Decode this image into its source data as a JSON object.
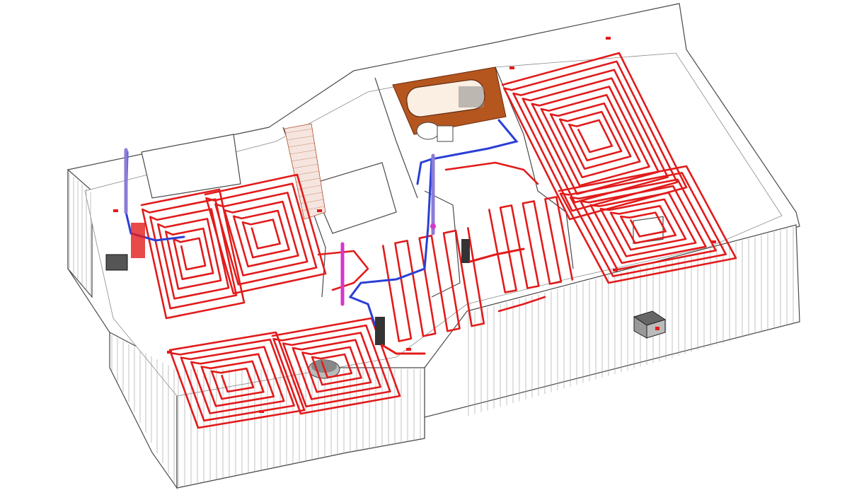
{
  "colors": {
    "heating_loop": "#e21b1b",
    "cold_water": "#2a3fd6",
    "purple_riser": "#8c7bd6",
    "magenta_pipe": "#d637c9",
    "bath_enclosure": "#b5561f",
    "wall_line": "#4a4a4a",
    "background": "#ffffff"
  },
  "diagram": {
    "type": "isometric-mep-floor-plan",
    "zones": [
      {
        "name": "west-room-left-coil",
        "kind": "spiral"
      },
      {
        "name": "west-room-right-coil",
        "kind": "spiral"
      },
      {
        "name": "southwest-left-coil",
        "kind": "spiral"
      },
      {
        "name": "southwest-right-coil",
        "kind": "spiral"
      },
      {
        "name": "center-serpentine",
        "kind": "serpentine"
      },
      {
        "name": "north-east-coil",
        "kind": "spiral"
      },
      {
        "name": "east-coil",
        "kind": "spiral"
      },
      {
        "name": "service-serpentine",
        "kind": "serpentine"
      }
    ],
    "fixtures": [
      "bathtub",
      "toilet",
      "manifold-west",
      "manifold-center",
      "manifold-east",
      "roof-unit"
    ],
    "icons": [
      "water-supply-pipe",
      "heating-loop",
      "riser-pipe"
    ]
  }
}
